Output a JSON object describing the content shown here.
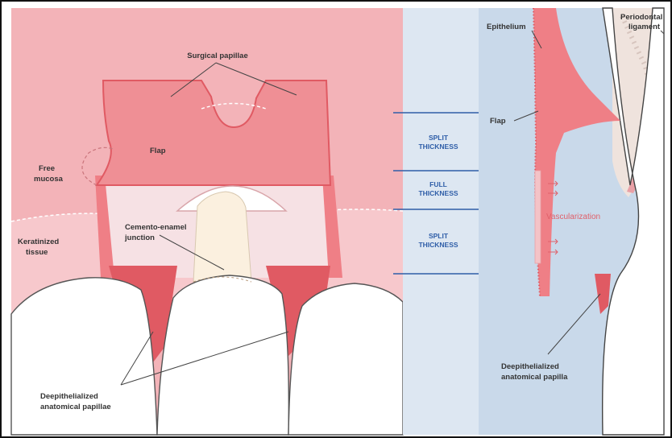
{
  "colors": {
    "flap": "#ef7f86",
    "flap_light": "#f4a9ae",
    "keratinized": "#f7c8cc",
    "side_panel": "#dde7f2",
    "bone_panel": "#c9d9ea",
    "zone_lines": "#2f5ea8",
    "zone_text": "#2f5ea8",
    "vascular_text": "#e0606a"
  },
  "labels": {
    "surgical_papillae": "Surgical papillae",
    "flap_left": "Flap",
    "free_mucosa_1": "Free",
    "free_mucosa_2": "mucosa",
    "keratinized_1": "Keratinized",
    "keratinized_2": "tissue",
    "cej_1": "Cemento-enamel",
    "cej_2": "junction",
    "deepi_left_1": "Deepithelialized",
    "deepi_left_2": "anatomical papillae",
    "epithelium": "Epithelium",
    "pdl_1": "Periodontal",
    "pdl_2": "ligament",
    "flap_right": "Flap",
    "vascularization": "Vascularization",
    "deepi_right_1": "Deepithelialized",
    "deepi_right_2": "anatomical papilla"
  },
  "zones": [
    {
      "line1": "SPLIT",
      "line2": "THICKNESS"
    },
    {
      "line1": "FULL",
      "line2": "THICKNESS"
    },
    {
      "line1": "SPLIT",
      "line2": "THICKNESS"
    }
  ]
}
